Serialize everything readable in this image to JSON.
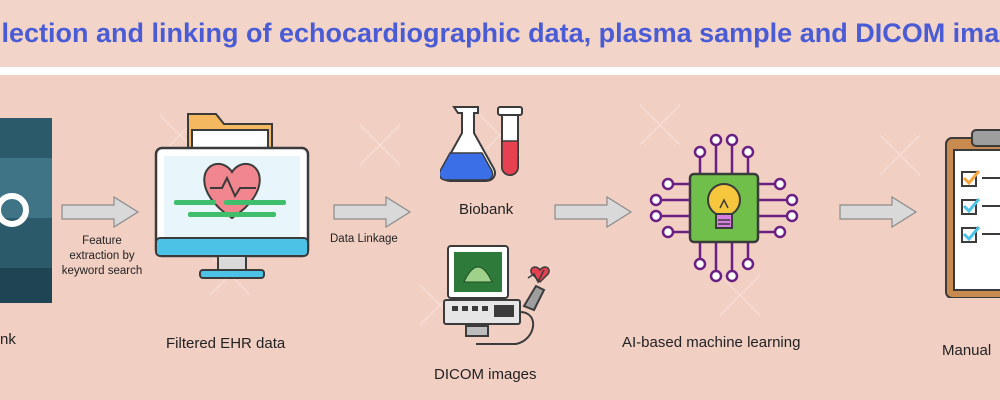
{
  "title": "llection and linking of echocardiographic data, plasma sample and DICOM images",
  "nodes": {
    "left_bank": "nk",
    "filtered_ehr": "Filtered EHR data",
    "biobank": "Biobank",
    "dicom": "DICOM images",
    "ai": "AI-based machine learning",
    "manual": "Manual"
  },
  "edges": {
    "feature_extraction": [
      "Feature",
      "extraction by",
      "keyword search"
    ],
    "data_linkage": "Data Linkage"
  },
  "colors": {
    "title": "#4a5bd6",
    "background": "#f0cfc3",
    "arrow_fill": "#d9d9d9",
    "arrow_stroke": "#8c8c8c"
  },
  "icons": [
    "database-photo",
    "ehr-monitor-heart-folder",
    "test-tubes",
    "ultrasound-machine",
    "ai-chip-lightbulb",
    "clipboard-checklist"
  ]
}
